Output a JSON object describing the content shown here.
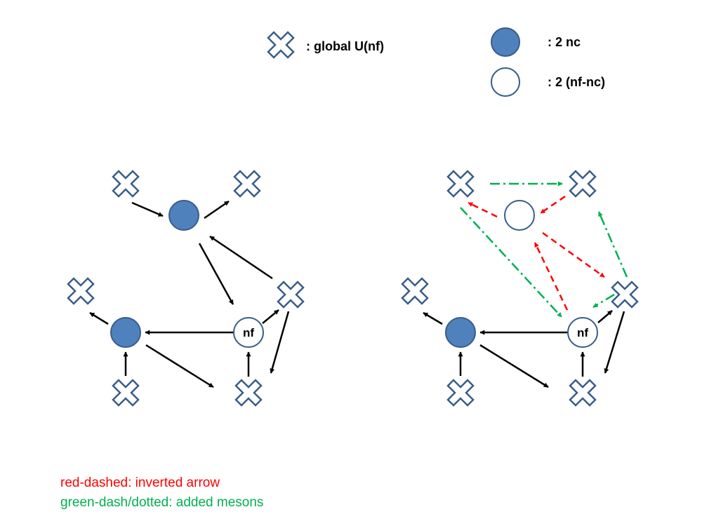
{
  "colors": {
    "gauge_fill": "#4f81bd",
    "node_stroke": "#385d8a",
    "arrow": "#000000",
    "inverted": "#ff0000",
    "added": "#00b050"
  },
  "icons": {
    "global_node": "cross-outline-icon",
    "gauge_nc": "filled-circle-icon",
    "gauge_nf_nc": "hollow-circle-icon"
  },
  "legend": {
    "global_label": ": global U(nf)",
    "nc_label": ":  2 nc",
    "nfnc_label": ": 2  (nf-nc)"
  },
  "graphs": [
    {
      "name": "left",
      "nf_label": "nf"
    },
    {
      "name": "right",
      "nf_label": "nf"
    }
  ],
  "notes": {
    "red": "red-dashed: inverted arrow",
    "green": "green-dash/dotted: added mesons"
  }
}
